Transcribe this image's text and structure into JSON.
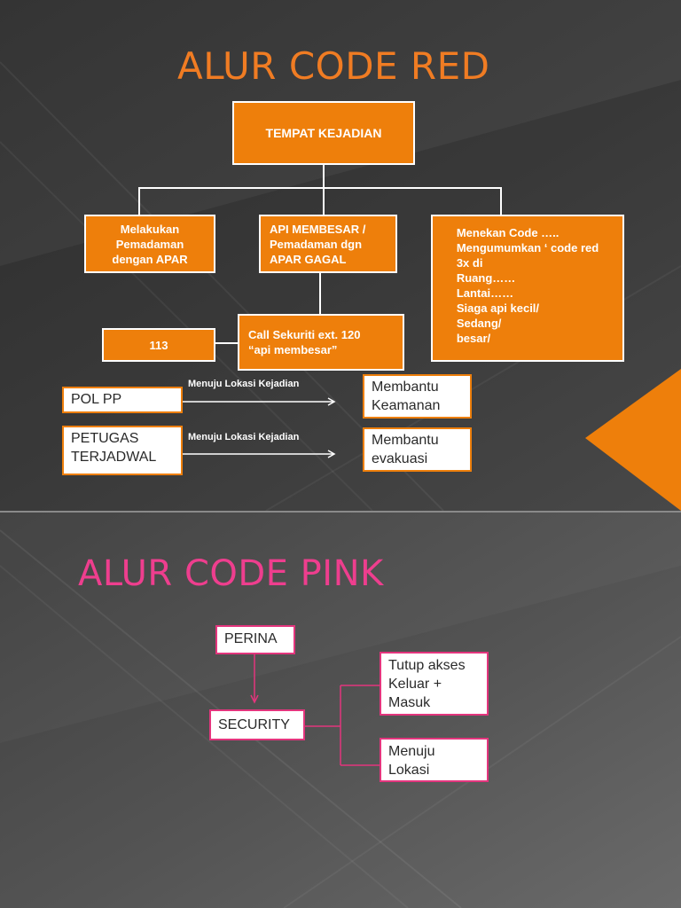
{
  "code_red": {
    "title": "ALUR CODE RED",
    "tempat_kejadian": "TEMPAT KEJADIAN",
    "melakukan": "Melakukan\nPemadaman\ndengan APAR",
    "api_membesar": "API MEMBESAR /\nPemadaman dgn\nAPAR GAGAL",
    "menekan_code": "Menekan Code …..\nMengumumkan ‘ code red\n3x di\nRuang……\nLantai……\nSiaga api kecil/\n             Sedang/\n             besar/",
    "call_sekuriti": "Call Sekuriti ext. 120\n“api membesar”",
    "ext_113": "113",
    "pol_pp": "POL PP",
    "petugas": "PETUGAS\nTERJADWAL",
    "menuju_1": "Menuju Lokasi Kejadian",
    "menuju_2": "Menuju Lokasi Kejadian",
    "membantu_keamanan": "Membantu\nKeamanan",
    "membantu_evakuasi": "Membantu\nevakuasi"
  },
  "code_pink": {
    "title": "ALUR CODE PINK",
    "perina": "PERINA",
    "security": "SECURITY",
    "tutup_akses": "Tutup akses\nKeluar +\nMasuk",
    "menuju_lokasi": "Menuju\nLokasi"
  },
  "colors": {
    "orange": "#ee7f0b",
    "pink": "#e3357d",
    "title_orange": "#f07c23",
    "title_pink": "#ee3e8e"
  }
}
